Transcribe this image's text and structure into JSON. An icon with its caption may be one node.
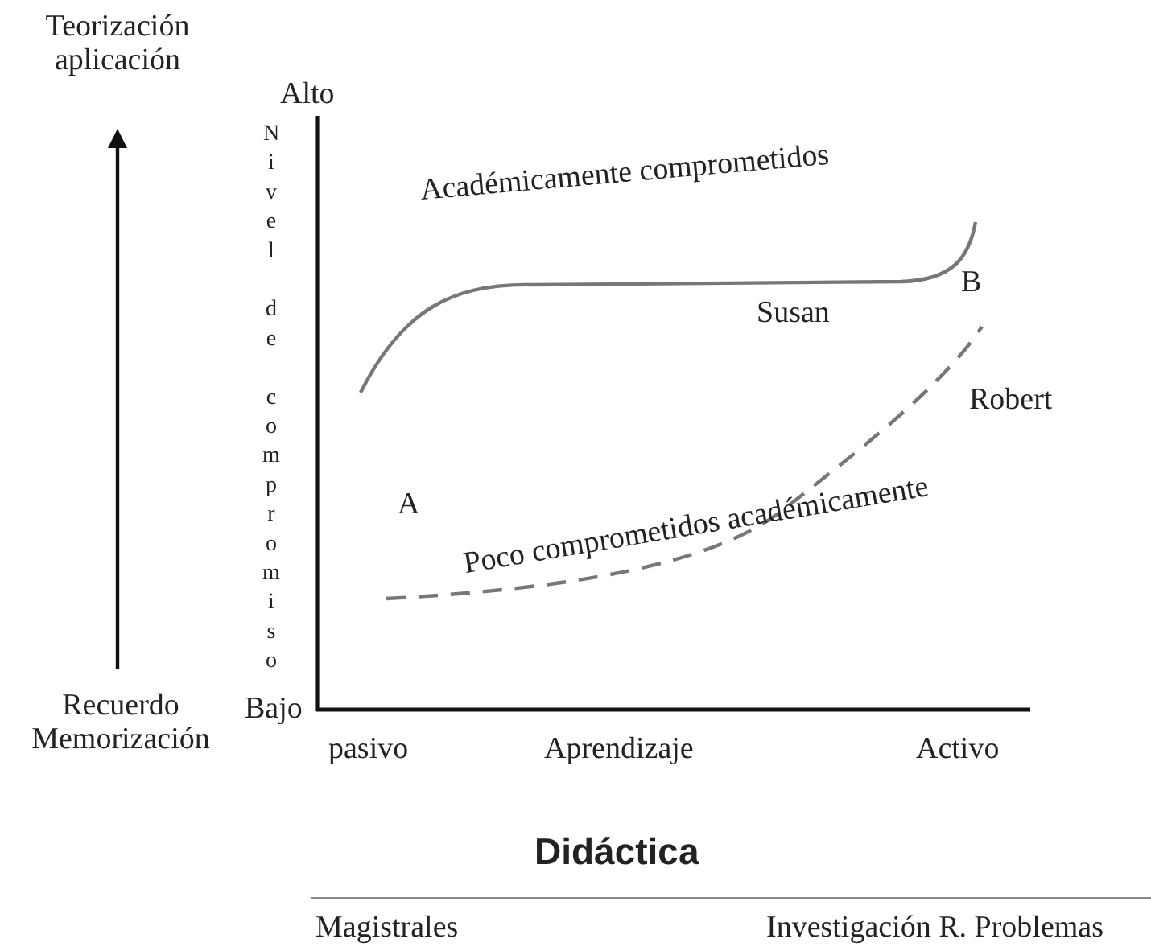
{
  "diagram": {
    "labels": [
      "Teorización aplicación",
      "Alto",
      "Nivel de compromiso",
      "Académicamente comprometidos",
      "Susan",
      "B",
      "Robert",
      "A",
      "Poco comprometidos académicamente",
      "Recuerdo Memorización",
      "Bajo",
      "pasivo",
      "Aprendizaje",
      "Activo",
      "Didáctica",
      "Magistrales",
      "Investigación R. Problemas"
    ]
  }
}
